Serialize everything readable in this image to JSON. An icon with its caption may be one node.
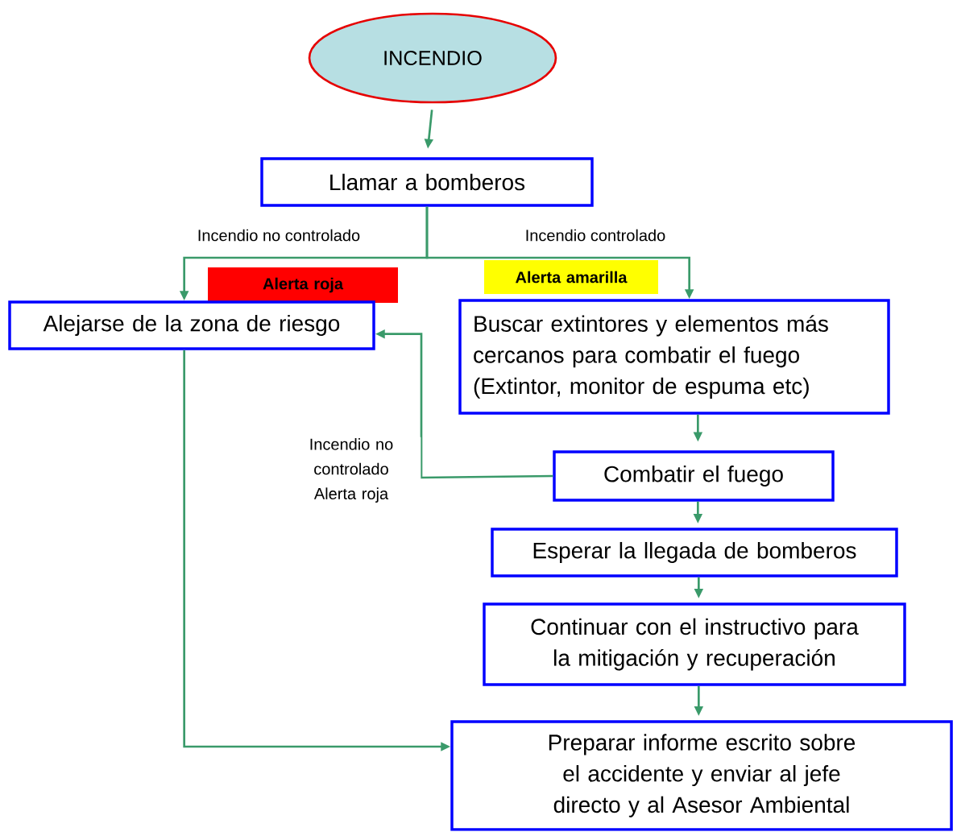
{
  "diagram": {
    "nodes": [
      {
        "text": [
          "INCENDIO"
        ]
      },
      {
        "text": [
          "Llamar a bomberos"
        ]
      },
      {
        "text": [
          "Alerta roja"
        ]
      },
      {
        "text": [
          "Alerta amarilla"
        ]
      },
      {
        "text": [
          "Alejarse de la zona de riesgo"
        ]
      },
      {
        "text": [
          "Buscar extintores y elementos más cercanos para combatir el fuego (Extintor, monitor de espuma etc)"
        ]
      },
      {
        "text": [
          "Combatir el fuego"
        ]
      },
      {
        "text": [
          "Esperar la llegada de bomberos"
        ]
      },
      {
        "text": [
          "Continuar con el instructivo para la mitigación y recuperación"
        ]
      },
      {
        "text": [
          "Preparar informe escrito sobre el accidente y enviar al jefe directo y al Asesor Ambiental"
        ]
      }
    ],
    "edges": [
      {
        "from": 0,
        "to": 1,
        "arrow": "to"
      },
      {
        "from": 1,
        "to": 4,
        "arrow": "to",
        "label": "Incendio no controlado"
      },
      {
        "from": 1,
        "to": 5,
        "arrow": "to",
        "label": "Incendio controlado"
      },
      {
        "from": 5,
        "to": 6,
        "arrow": "to"
      },
      {
        "from": 6,
        "to": 4,
        "arrow": "to",
        "label": "Incendio no controlado Alerta roja"
      },
      {
        "from": 6,
        "to": 7,
        "arrow": "to"
      },
      {
        "from": 7,
        "to": 8,
        "arrow": "to"
      },
      {
        "from": 8,
        "to": 9,
        "arrow": "to"
      },
      {
        "from": 4,
        "to": 9,
        "arrow": "to"
      }
    ]
  }
}
